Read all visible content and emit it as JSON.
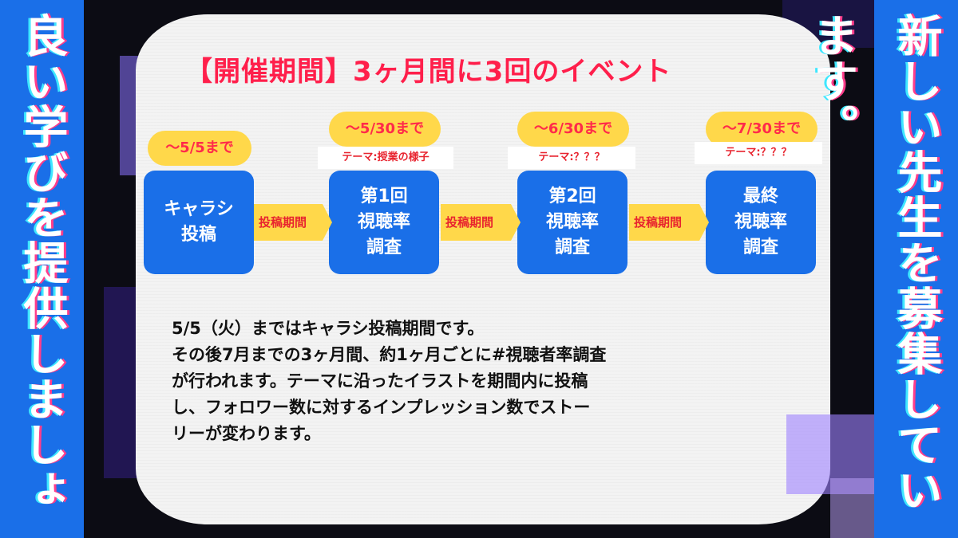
{
  "side_text": {
    "left": "良い学びを提供しましょう。",
    "right": "新しい先生を募集しています。"
  },
  "title": "【開催期間】3ヶ月間に3回のイベント",
  "timeline": {
    "deadlines": [
      "〜5/5まで",
      "〜5/30まで",
      "〜6/30まで",
      "〜7/30まで"
    ],
    "themes": [
      "テーマ:授業の様子",
      "テーマ:？？？",
      "テーマ:？？？"
    ],
    "stages": [
      "キャラシ\n投稿",
      "第1回\n視聴率\n調査",
      "第2回\n視聴率\n調査",
      "最終\n視聴率\n調査"
    ],
    "arrows": [
      "投稿期間",
      "投稿期間",
      "投稿期間"
    ]
  },
  "description": [
    "5/5（火）まではキャラシ投稿期間です。",
    "その後7月までの3ヶ月間、約1ヶ月ごとに#視聴者率調査",
    "が行われます。テーマに沿ったイラストを期間内に投稿",
    "し、フォロワー数に対するインプレッション数でストー",
    "リーが変わります。"
  ],
  "colors": {
    "blue": "#1a6fe8",
    "yellow": "#ffd84a",
    "red": "#ff1f4b",
    "screen": "#f3f3f3"
  }
}
